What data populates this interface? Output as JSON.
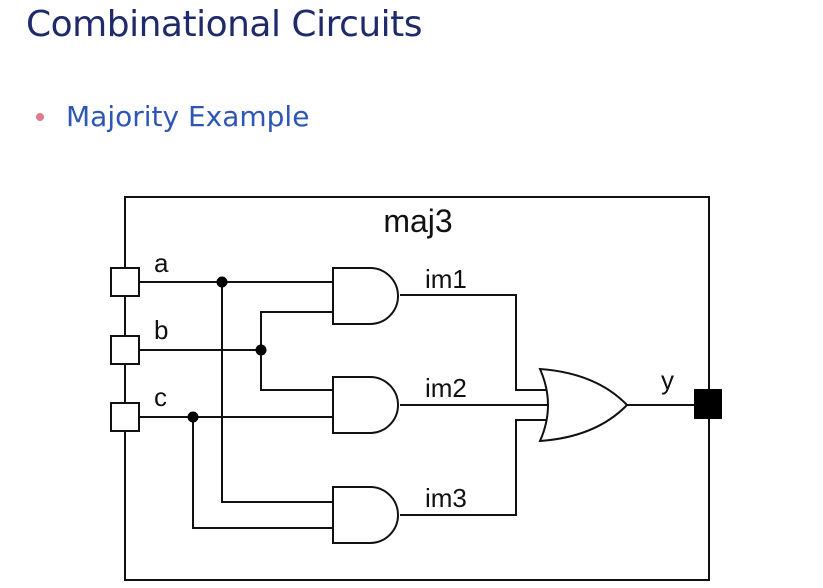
{
  "slide": {
    "title": "Combinational Circuits",
    "bullet": "Majority Example"
  },
  "diagram": {
    "module_name": "maj3",
    "inputs": [
      "a",
      "b",
      "c"
    ],
    "output": "y",
    "signals": [
      "im1",
      "im2",
      "im3"
    ],
    "gates": [
      {
        "id": "and1",
        "type": "AND"
      },
      {
        "id": "and2",
        "type": "AND"
      },
      {
        "id": "and3",
        "type": "AND"
      },
      {
        "id": "or1",
        "type": "OR"
      }
    ]
  },
  "colors": {
    "title": "#1f2a6b",
    "bullet_text": "#2e57b5",
    "bullet_dot": "#e07a8a",
    "wire": "#111111"
  }
}
